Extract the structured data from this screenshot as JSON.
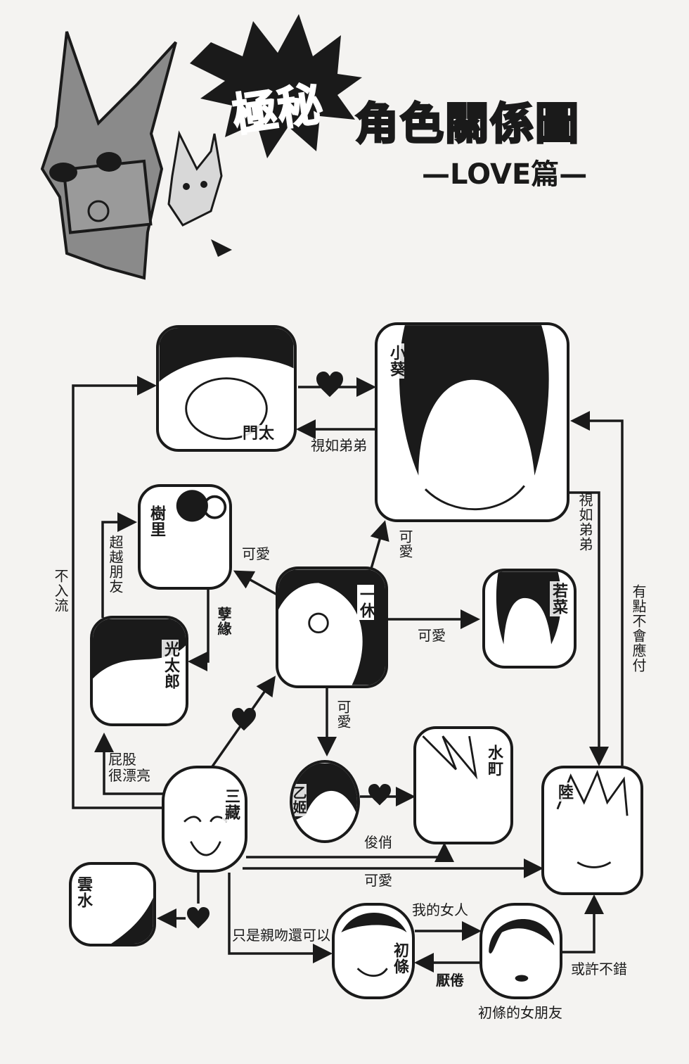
{
  "header": {
    "burst_label": "極秘",
    "title": "角色關係圖",
    "subtitle": "—LOVE篇—"
  },
  "characters": {
    "monta": "門太",
    "aoi": "小葵",
    "juri": "樹里",
    "kotaro": "光太郎",
    "ikkyu": "一休",
    "wakana": "若菜",
    "mizumachi": "水町",
    "otohime": "乙姬",
    "sanzo": "三藏",
    "riku": "陸",
    "unsui": "雲水",
    "hatsujo": "初條",
    "hatsujo_girlfriend": "初條的女朋友"
  },
  "relations": {
    "aoi_to_monta": "視如弟弟",
    "sanzo_to_monta": "不入流",
    "kotaro_to_juri": "超越朋友",
    "juri_to_kotaro": "孽緣",
    "ikkyu_to_juri": "可愛",
    "ikkyu_to_aoi": "可愛",
    "ikkyu_to_wakana": "可愛",
    "ikkyu_to_otohime": "可愛",
    "sanzo_to_kotaro": "屁股\n很漂亮",
    "sanzo_to_mizumachi": "俊俏",
    "sanzo_to_riku": "可愛",
    "sanzo_to_hatsujo": "只是親吻還可以",
    "hatsujo_to_girlfriend": "我的女人",
    "girlfriend_to_hatsujo": "厭倦",
    "girlfriend_to_riku": "或許不錯",
    "aoi_to_riku": "視如弟弟",
    "riku_to_aoi": "有點不會應付"
  },
  "icons": {
    "love": "heart-icon"
  },
  "colors": {
    "ink": "#1a1a1a",
    "paper": "#f4f3f1",
    "mascot": "#8a8a8a"
  }
}
